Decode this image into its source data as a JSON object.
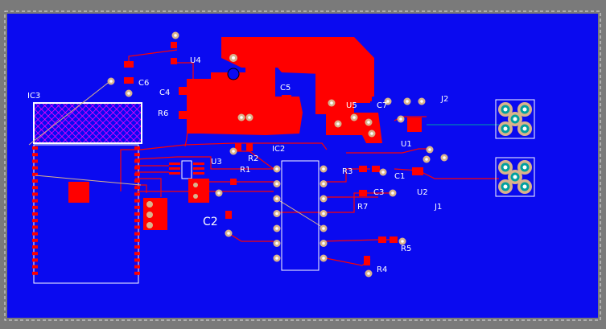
{
  "board": {
    "colors": {
      "background": "#7a7a7a",
      "board_fill": "#0a0af0",
      "copper": "#ff0000",
      "pad_ring": "#d9b38c",
      "pad_hole": "#ffffff",
      "connector_pad": "#00a0a0",
      "silk": "#ffffff",
      "keepout": "#ff00ff"
    }
  },
  "components": {
    "U4": "U4",
    "C6": "C6",
    "C4": "C4",
    "R6": "R6",
    "C5": "C5",
    "U5": "U5",
    "C7": "C7",
    "J2": "J2",
    "IC3": "IC3",
    "IC2": "IC2",
    "U3": "U3",
    "R2": "R2",
    "R1": "R1",
    "C2": "C2",
    "R3": "R3",
    "C1": "C1",
    "C3": "C3",
    "R7": "R7",
    "U1": "U1",
    "U2": "U2",
    "J1": "J1",
    "R5": "R5",
    "R4": "R4"
  }
}
